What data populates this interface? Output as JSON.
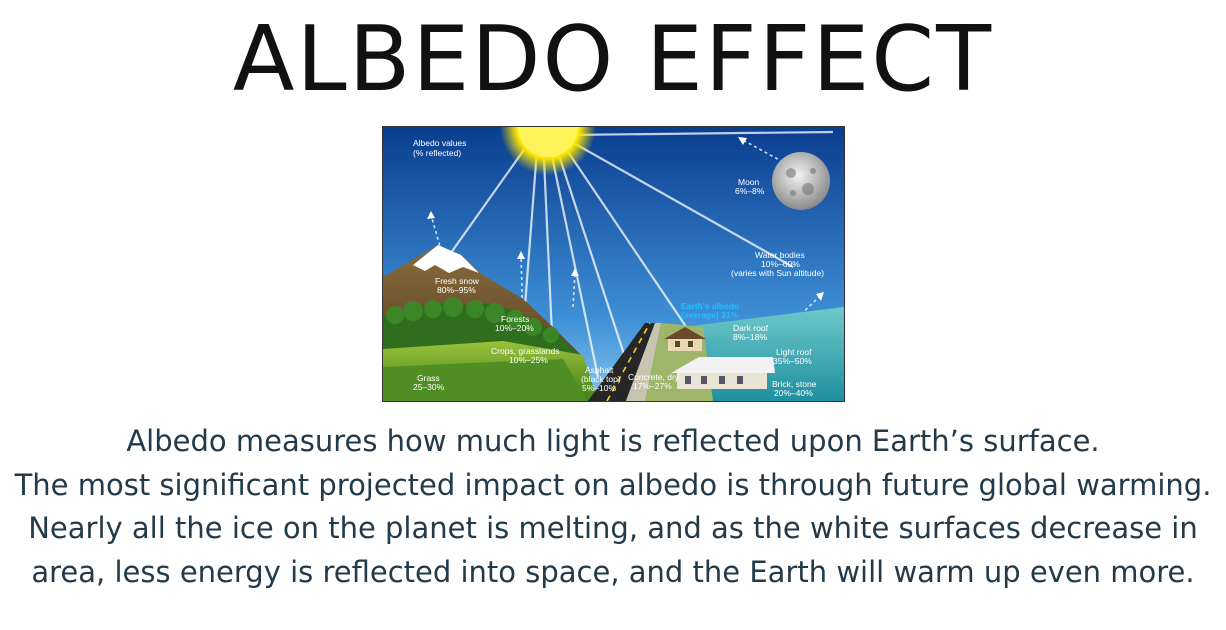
{
  "title": "ALBEDO EFFECT",
  "diagram": {
    "header": [
      "Albedo values",
      "(% reflected)"
    ],
    "labels": {
      "moon": [
        "Moon",
        "6%–8%"
      ],
      "water": [
        "Water bodies",
        "10%–60%",
        "(varies with Sun altitude)"
      ],
      "snow": [
        "Fresh snow",
        "80%–95%"
      ],
      "forests": [
        "Forests",
        "10%–20%"
      ],
      "crops": [
        "Crops, grasslands",
        "10%–25%"
      ],
      "earth": [
        "Earth's albedo",
        "(average) 31%"
      ],
      "dark_roof": [
        "Dark roof",
        "8%–18%"
      ],
      "light_roof": [
        "Light roof",
        "35%–50%"
      ],
      "grass": [
        "Grass",
        "25–30%"
      ],
      "asphalt": [
        "Asphalt",
        "(black top)",
        "5%–10%"
      ],
      "concrete": [
        "Concrete, dry",
        "17%–27%"
      ],
      "brick": [
        "Brick, stone",
        "20%–40%"
      ]
    },
    "colors": {
      "sky_top": "#0a3d8f",
      "sky_bottom": "#6fb6e8",
      "sun": "#ffe600",
      "earth_label": "#1ec0ff"
    }
  },
  "body": {
    "line1": "Albedo measures how much light is reflected upon Earth’s surface.",
    "line2": "The most significant projected impact on albedo is through future global warming. Nearly all the ice on the planet is melting, and as the white surfaces decrease in area, less energy is reflected into space, and the Earth will warm up even more."
  }
}
